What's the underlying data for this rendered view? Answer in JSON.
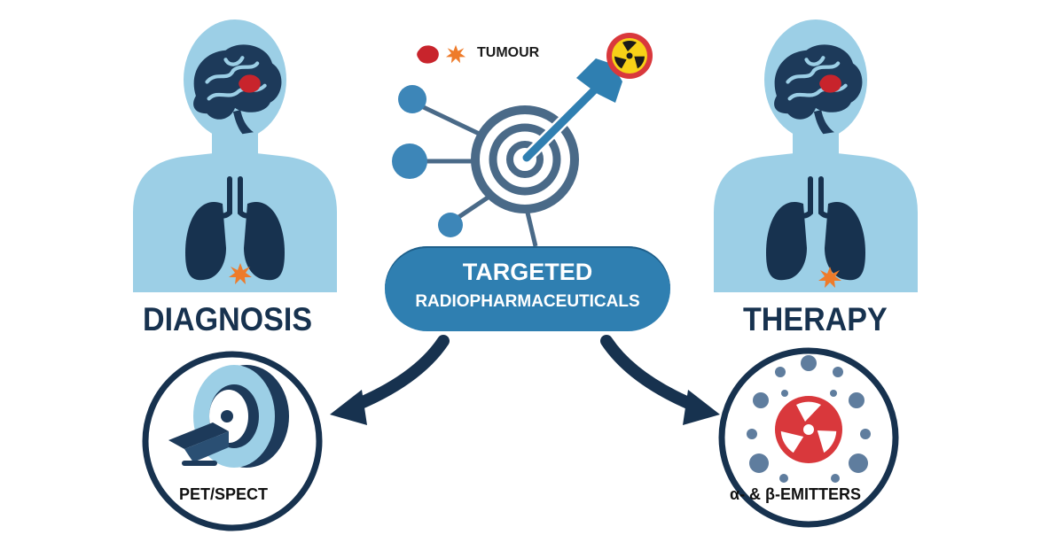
{
  "legend": {
    "label": "TUMOUR"
  },
  "center": {
    "line1": "TARGETED",
    "line2": "RADIOPHARMACEUTICALS"
  },
  "diagnosis": {
    "title": "DIAGNOSIS",
    "modality": "PET/SPECT"
  },
  "therapy": {
    "title": "THERAPY",
    "emitters": "α- & β-EMITTERS"
  },
  "colors": {
    "body": "#9ccfe6",
    "dark_navy": "#17324f",
    "accent_blue": "#2f7fb1",
    "node_blue": "#3d86b8",
    "tumour_red": "#c8242c",
    "star_orange": "#ee7b2a",
    "radiation_red": "#d9383c",
    "radiation_yellow": "#f7d117"
  }
}
